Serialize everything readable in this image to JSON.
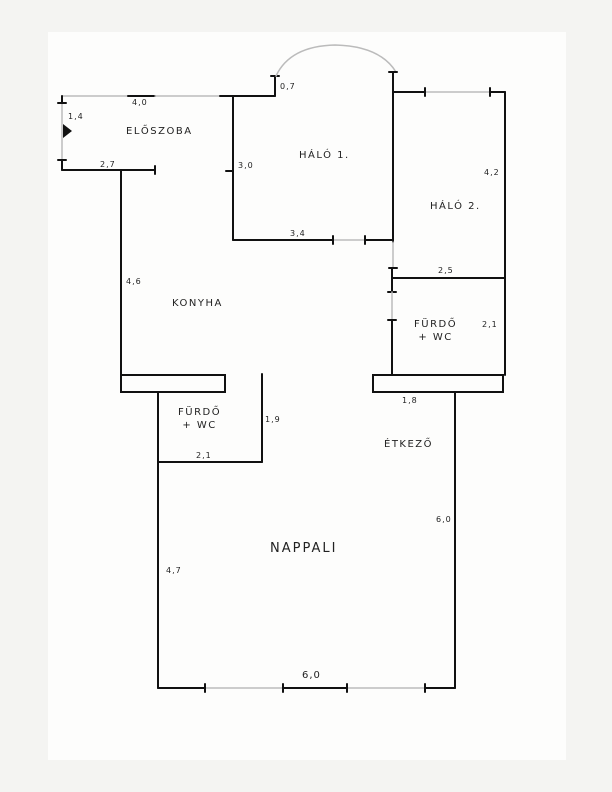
{
  "rooms": {
    "eloszoba": "ELŐSZOBA",
    "halo1": "HÁLÓ 1.",
    "halo2": "HÁLÓ 2.",
    "konyha": "KONYHA",
    "furdo_right": [
      "FÜRDŐ",
      "+ WC"
    ],
    "furdo_left": [
      "FÜRDŐ",
      "+ WC"
    ],
    "etkezo": "ÉTKEZŐ",
    "nappali": "NAPPALI"
  },
  "dimensions": {
    "eloszoba_width": "4,0",
    "eloszoba_height": "1,4",
    "eloszoba_bottom": "2,7",
    "bay": "0,7",
    "halo1_height": "3,0",
    "halo1_width": "3,4",
    "halo2_height": "4,2",
    "furdo_right_width": "2,5",
    "furdo_right_height": "2,1",
    "konyha_height": "4,6",
    "etkezo_width": "1,8",
    "furdo_left_height": "1,9",
    "furdo_left_width": "2,1",
    "nappali_right": "6,0",
    "nappali_left": "4,7",
    "nappali_bottom": "6,0"
  }
}
